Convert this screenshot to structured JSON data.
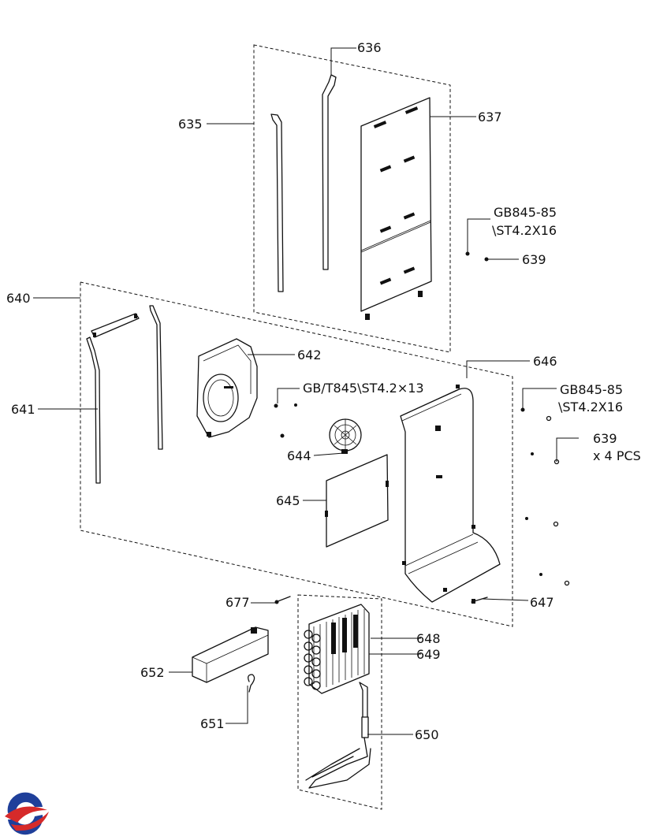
{
  "labels": {
    "p635": "635",
    "p636": "636",
    "p637": "637",
    "screw_top_line1": "GB845-85",
    "screw_top_line2": "\\ST4.2X16",
    "p639_top": "639",
    "p640": "640",
    "p641": "641",
    "p642": "642",
    "screw_mid": "GB/T845\\ST4.2×13",
    "p644": "644",
    "p645": "645",
    "p646": "646",
    "screw_right_line1": "GB845-85",
    "screw_right_line2": "\\ST4.2X16",
    "p639_right": "639",
    "p639_right_qty": "x 4 PCS",
    "p647": "647",
    "p648": "648",
    "p649": "649",
    "p650": "650",
    "p651": "651",
    "p652": "652",
    "p677": "677"
  },
  "logo": {
    "icon": "brand-swirl-logo",
    "colors": {
      "blue": "#1f3f9a",
      "red": "#d62a2a"
    }
  }
}
